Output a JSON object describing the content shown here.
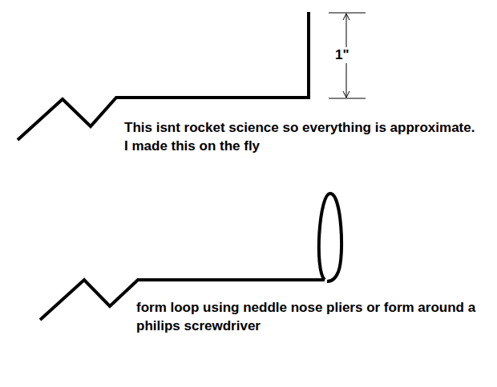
{
  "diagram": {
    "labels": [
      "1\"",
      "This isnt rocket science so everything is approximate. I made this on the fly",
      "form loop using neddle nose pliers or form around a philips screwdriver"
    ]
  }
}
